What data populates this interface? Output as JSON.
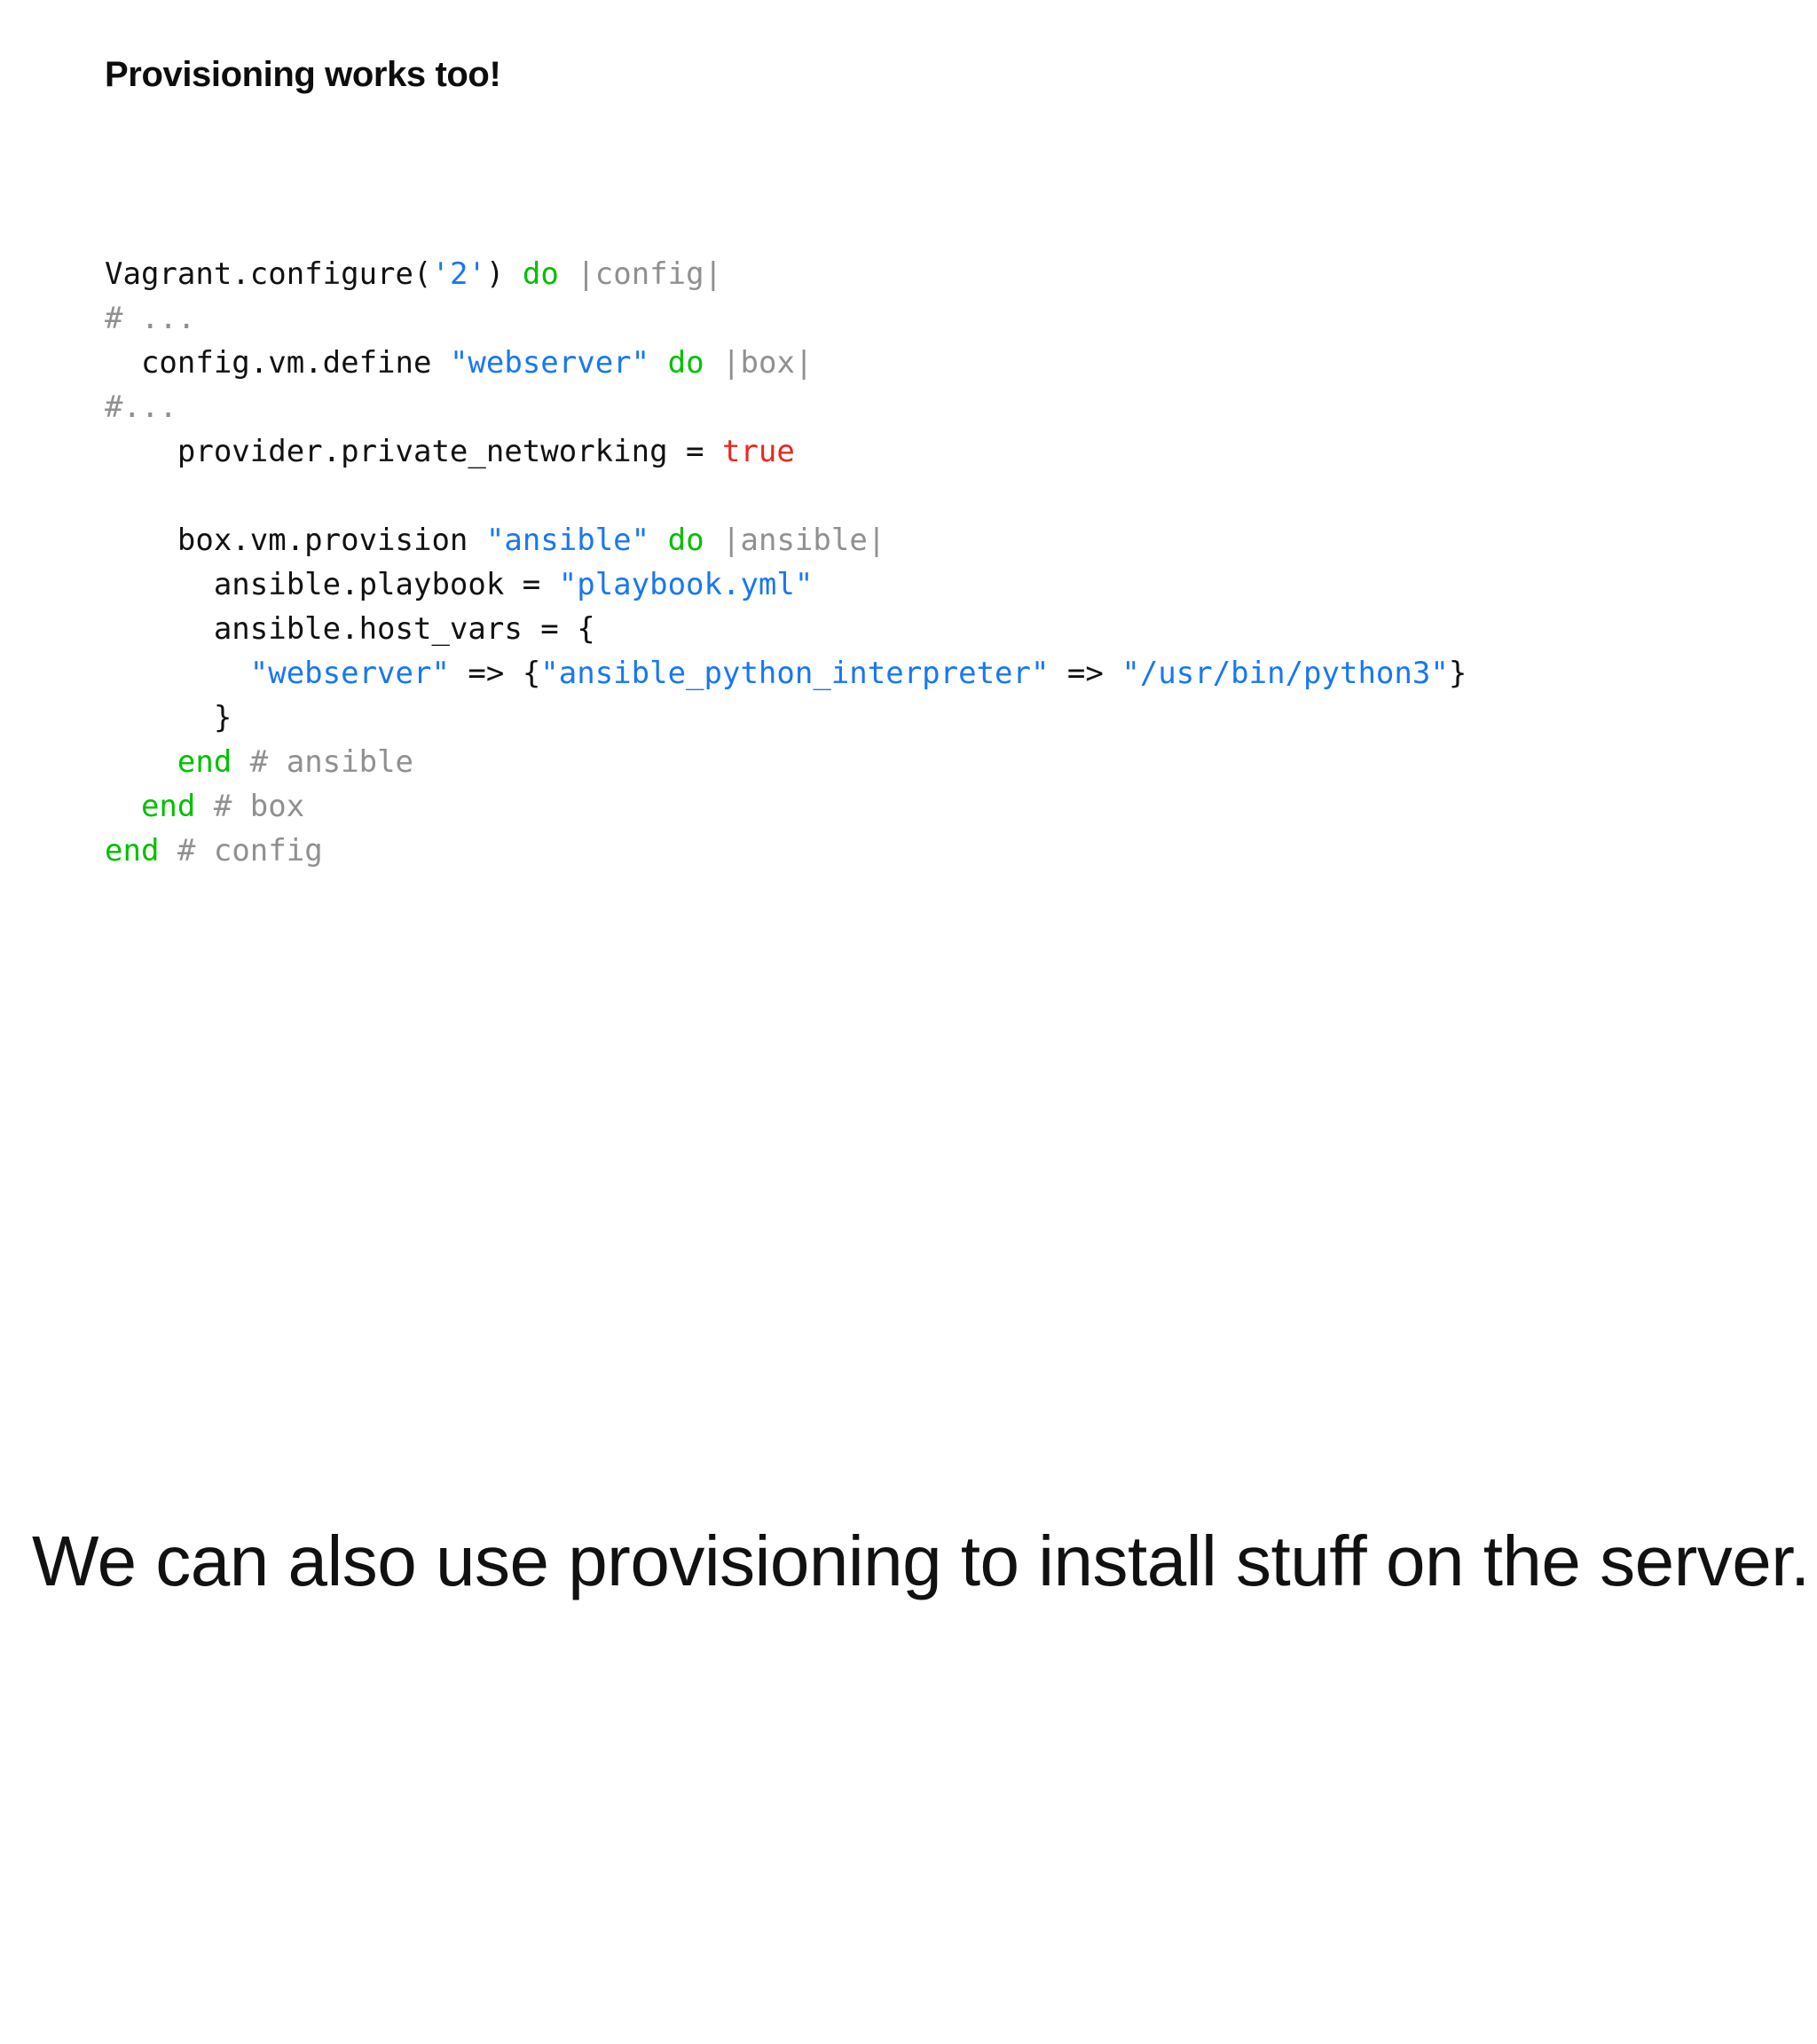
{
  "slide": {
    "title": "Provisioning works too!",
    "caption": "We can also use provisioning to install stuff on the server.",
    "background_color": "#ffffff"
  },
  "code": {
    "language": "ruby",
    "filename_hint": "Vagrantfile",
    "colors": {
      "plain": "#111111",
      "string": "#1877f2",
      "keyword": "#00c000",
      "comment": "#909090",
      "constant": "#e8291c",
      "block_variable": "#909090"
    },
    "plain_text": "Vagrant.configure('2') do |config|\n# ...\n  config.vm.define \"webserver\" do |box|\n#...\n    provider.private_networking = true\n\n    box.vm.provision \"ansible\" do |ansible|\n      ansible.playbook = \"playbook.yml\"\n      ansible.host_vars = {\n        \"webserver\" => {\"ansible_python_interpreter\" => \"/usr/bin/python3\"}\n      }\n    end # ansible\n  end # box\nend # config",
    "lines": [
      {
        "tokens": [
          {
            "t": "Vagrant.configure(",
            "c": "plain"
          },
          {
            "t": "'2'",
            "c": "string"
          },
          {
            "t": ") ",
            "c": "plain"
          },
          {
            "t": "do",
            "c": "keyword"
          },
          {
            "t": " ",
            "c": "plain"
          },
          {
            "t": "|config|",
            "c": "block_variable"
          }
        ]
      },
      {
        "tokens": [
          {
            "t": "# ...",
            "c": "comment"
          }
        ]
      },
      {
        "tokens": [
          {
            "t": "  config.vm.define ",
            "c": "plain"
          },
          {
            "t": "\"webserver\"",
            "c": "string"
          },
          {
            "t": " ",
            "c": "plain"
          },
          {
            "t": "do",
            "c": "keyword"
          },
          {
            "t": " ",
            "c": "plain"
          },
          {
            "t": "|box|",
            "c": "block_variable"
          }
        ]
      },
      {
        "tokens": [
          {
            "t": "#...",
            "c": "comment"
          }
        ]
      },
      {
        "tokens": [
          {
            "t": "    provider.private_networking = ",
            "c": "plain"
          },
          {
            "t": "true",
            "c": "constant"
          }
        ]
      },
      {
        "tokens": [
          {
            "t": "",
            "c": "plain"
          }
        ]
      },
      {
        "tokens": [
          {
            "t": "    box.vm.provision ",
            "c": "plain"
          },
          {
            "t": "\"ansible\"",
            "c": "string"
          },
          {
            "t": " ",
            "c": "plain"
          },
          {
            "t": "do",
            "c": "keyword"
          },
          {
            "t": " ",
            "c": "plain"
          },
          {
            "t": "|ansible|",
            "c": "block_variable"
          }
        ]
      },
      {
        "tokens": [
          {
            "t": "      ansible.playbook = ",
            "c": "plain"
          },
          {
            "t": "\"playbook.yml\"",
            "c": "string"
          }
        ]
      },
      {
        "tokens": [
          {
            "t": "      ansible.host_vars = {",
            "c": "plain"
          }
        ]
      },
      {
        "tokens": [
          {
            "t": "        ",
            "c": "plain"
          },
          {
            "t": "\"webserver\"",
            "c": "string"
          },
          {
            "t": " => {",
            "c": "plain"
          },
          {
            "t": "\"ansible_python_interpreter\"",
            "c": "string"
          },
          {
            "t": " => ",
            "c": "plain"
          },
          {
            "t": "\"/usr/bin/python3\"",
            "c": "string"
          },
          {
            "t": "}",
            "c": "plain"
          }
        ]
      },
      {
        "tokens": [
          {
            "t": "      }",
            "c": "plain"
          }
        ]
      },
      {
        "tokens": [
          {
            "t": "    ",
            "c": "plain"
          },
          {
            "t": "end",
            "c": "keyword"
          },
          {
            "t": " ",
            "c": "plain"
          },
          {
            "t": "# ansible",
            "c": "comment"
          }
        ]
      },
      {
        "tokens": [
          {
            "t": "  ",
            "c": "plain"
          },
          {
            "t": "end",
            "c": "keyword"
          },
          {
            "t": " ",
            "c": "plain"
          },
          {
            "t": "# box",
            "c": "comment"
          }
        ]
      },
      {
        "tokens": [
          {
            "t": "end",
            "c": "keyword"
          },
          {
            "t": " ",
            "c": "plain"
          },
          {
            "t": "# config",
            "c": "comment"
          }
        ]
      }
    ]
  }
}
